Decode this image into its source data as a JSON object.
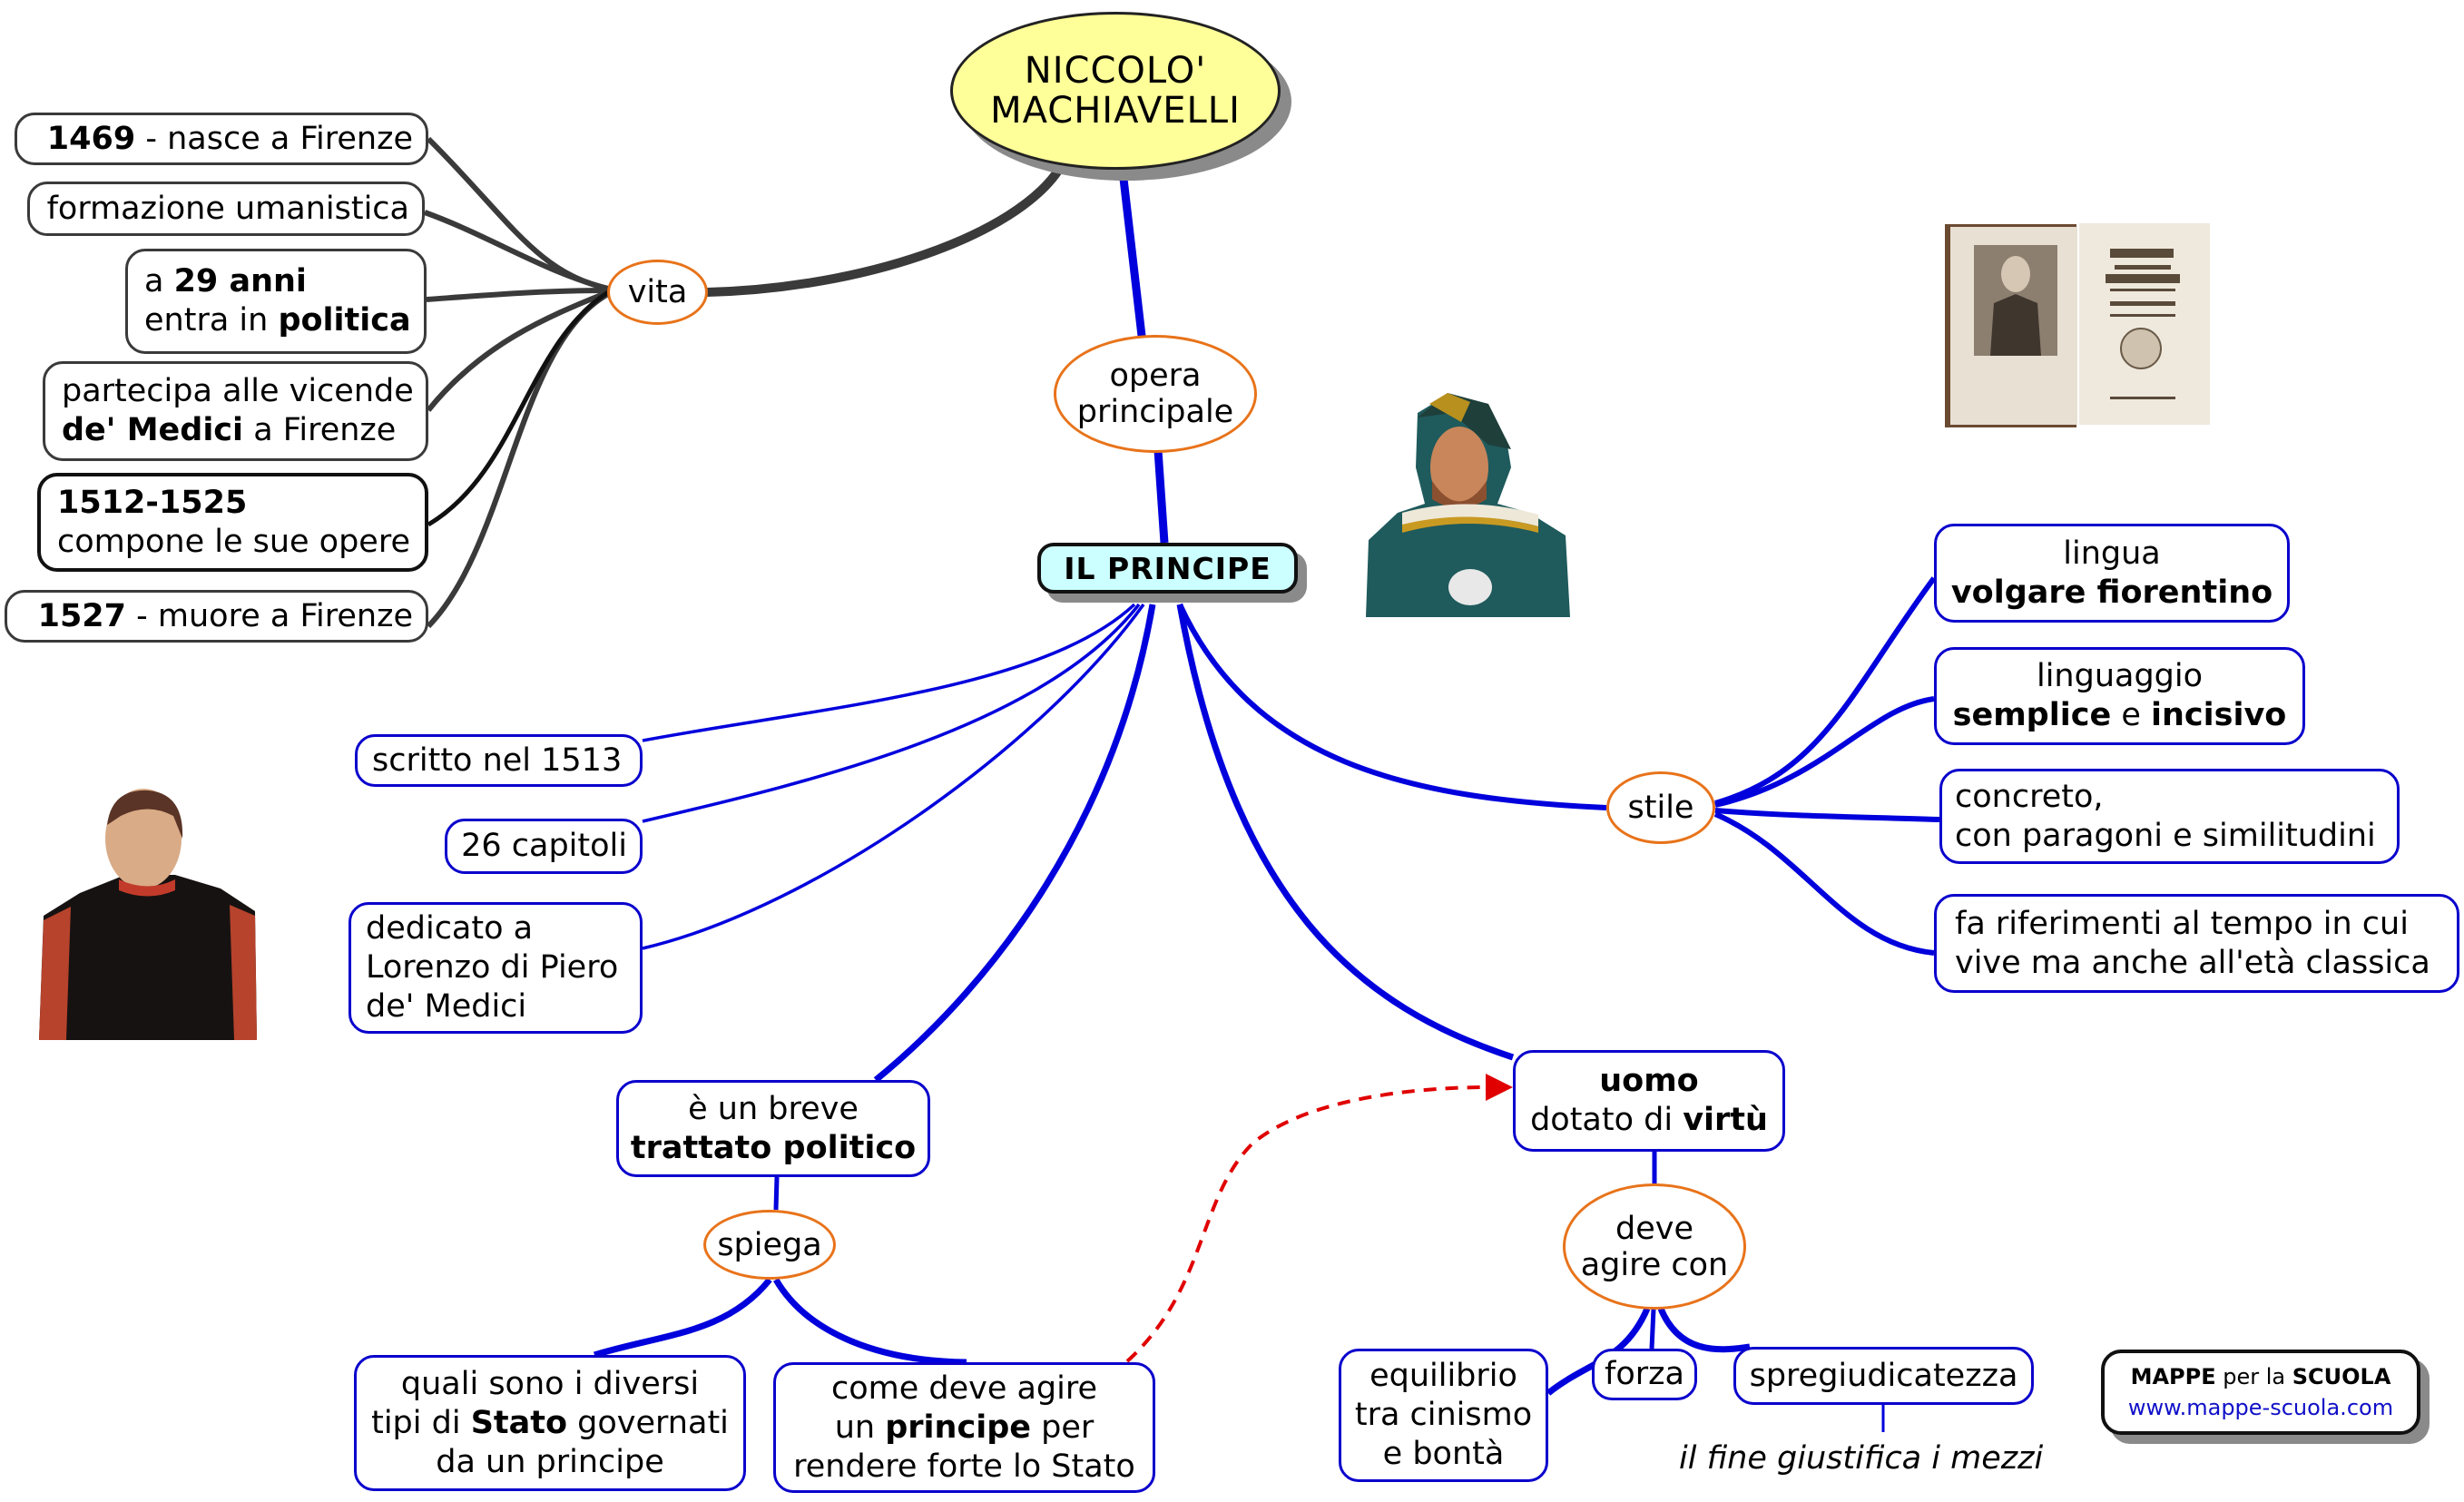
{
  "title": {
    "line1": "NICCOLO'",
    "line2": "MACHIAVELLI"
  },
  "vita": {
    "label": "vita",
    "items": [
      {
        "bold": "1469",
        "text": " - nasce a Firenze"
      },
      {
        "text": "formazione umanistica"
      },
      {
        "l1_pre": "a ",
        "l1_bold": "29 anni",
        "l2_pre": "entra in ",
        "l2_bold": "politica"
      },
      {
        "l1": "partecipa alle vicende",
        "l2_bold": "de' Medici",
        "l2_post": " a Firenze"
      },
      {
        "l1_bold": "1512-1525",
        "l2": "compone le sue opere"
      },
      {
        "bold": "1527",
        "text": " - muore a Firenze"
      }
    ]
  },
  "opera": {
    "line1": "opera",
    "line2": "principale"
  },
  "principe": {
    "label": "IL PRINCIPE"
  },
  "facts": {
    "scritto": "scritto nel 1513",
    "capitoli": "26 capitoli",
    "dedicato": {
      "l1": "dedicato a",
      "l2": "Lorenzo di Piero",
      "l3": "de' Medici"
    }
  },
  "trattato": {
    "l1": "è un breve",
    "l2_bold": "trattato politico"
  },
  "spiega": {
    "label": "spiega"
  },
  "quali": {
    "l1": "quali sono i diversi",
    "l2_pre": "tipi di ",
    "l2_bold": "Stato",
    "l2_post": " governati",
    "l3": "da un principe"
  },
  "come": {
    "l1": "come deve agire",
    "l2_pre": "un ",
    "l2_bold": "principe",
    "l2_post": " per",
    "l3": "rendere forte lo Stato"
  },
  "stile": {
    "label": "stile",
    "lingua": {
      "l1": "lingua",
      "l2_bold": "volgare fiorentino"
    },
    "linguaggio": {
      "l1": "linguaggio",
      "l2_bold1": "semplice",
      "l2_mid": " e ",
      "l2_bold2": "incisivo"
    },
    "concreto": {
      "l1": "concreto,",
      "l2": "con paragoni e similitudini"
    },
    "riferimenti": {
      "l1": "fa riferimenti al tempo in cui",
      "l2": "vive ma anche all'età classica"
    }
  },
  "uomo": {
    "l1_bold": "uomo",
    "l2_pre": "dotato di ",
    "l2_bold": "virtù"
  },
  "deve": {
    "line1": "deve",
    "line2": "agire con"
  },
  "qualita": {
    "equilibrio": {
      "l1": "equilibrio",
      "l2": "tra cinismo",
      "l3": "e bontà"
    },
    "forza": "forza",
    "spregiudicatezza": "spregiudicatezza",
    "note": "il fine giustifica i mezzi"
  },
  "logo": {
    "bold1": "MAPPE",
    "mid": " per la ",
    "bold2": "SCUOLA",
    "url": "www.mappe-scuola.com"
  },
  "colors": {
    "branch_blue": "#0000dd",
    "branch_dark": "#3a3a3a",
    "ellipse_orange": "#e8731a",
    "root_fill": "#ffff99",
    "principe_fill": "#ccffff",
    "arrow_red": "#e00000"
  },
  "images": {
    "portrait_cesare": "portrait of a man in a green robe and dark cap",
    "book": "open antique book: Il Principe di Niccolo Machiavelli",
    "portrait_machiavelli": "portrait of Machiavelli in black with red sleeves"
  }
}
